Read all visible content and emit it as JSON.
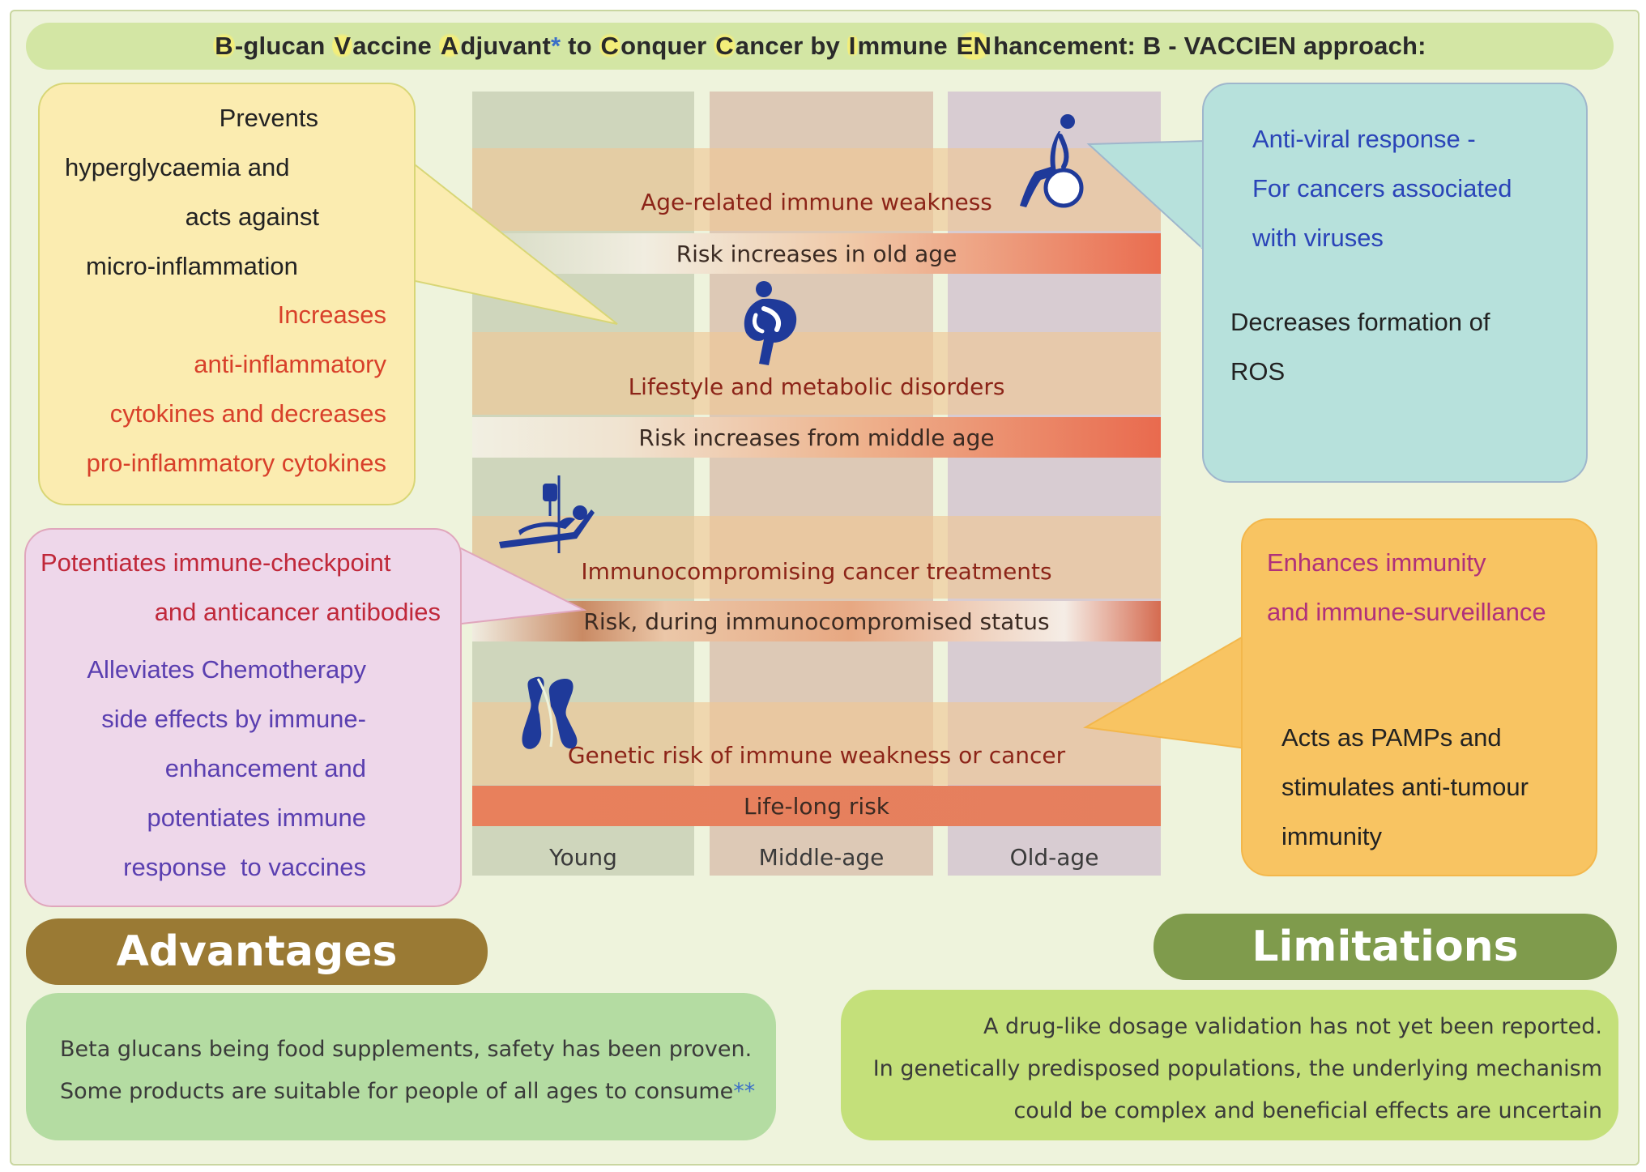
{
  "title": {
    "segments": [
      {
        "text": "B",
        "hl": true
      },
      {
        "text": "-glucan ",
        "hl": false
      },
      {
        "text": "V",
        "hl": true
      },
      {
        "text": "accine ",
        "hl": false
      },
      {
        "text": "A",
        "hl": true
      },
      {
        "text": "djuvant",
        "hl": false
      },
      {
        "text": "*",
        "hl": false,
        "star": true
      },
      {
        "text": " to ",
        "hl": false
      },
      {
        "text": "C",
        "hl": true
      },
      {
        "text": "onquer ",
        "hl": false
      },
      {
        "text": "C",
        "hl": true
      },
      {
        "text": "ancer by ",
        "hl": false
      },
      {
        "text": "I",
        "hl": true
      },
      {
        "text": "mmune ",
        "hl": false
      },
      {
        "text": "EN",
        "hl": true
      },
      {
        "text": "hancement: B - VACCIEN approach:",
        "hl": false
      }
    ]
  },
  "colors": {
    "red_text": "#d8402a",
    "dark_text": "#222222",
    "purple_text": "#5a3fb0",
    "blue_text": "#2a44b8",
    "magenta_text": "#b0307a",
    "icon_blue": "#1f3a9a"
  },
  "age_columns": [
    "Young",
    "Middle-age",
    "Old-age"
  ],
  "categories": [
    {
      "label": "Age-related immune weakness",
      "risk": "Risk increases in old age",
      "icon": "wheelchair-icon"
    },
    {
      "label": "Lifestyle and metabolic disorders",
      "risk": "Risk increases from middle age",
      "icon": "obese-person-icon"
    },
    {
      "label": "Immunocompromising cancer treatments",
      "risk": "Risk, during immunocompromised status",
      "icon": "hospital-bed-iv-icon"
    },
    {
      "label": "Genetic risk of immune weakness or cancer",
      "risk": "Life-long risk",
      "icon": "chromosome-icon"
    }
  ],
  "callouts": {
    "yellow": {
      "lines_dark": [
        "Prevents",
        "hyperglycaemia and",
        "acts against",
        "micro-inflammation"
      ],
      "lines_red": [
        "Increases",
        "anti-inflammatory",
        "cytokines and decreases",
        "pro-inflammatory cytokines"
      ]
    },
    "pink": {
      "lines_red": [
        "Potentiates immune-checkpoint",
        "and anticancer antibodies"
      ],
      "lines_purple": [
        "Alleviates Chemotherapy",
        "side effects by immune-",
        "enhancement and",
        "potentiates immune",
        "response  to vaccines"
      ]
    },
    "blue": {
      "lines_blue": [
        "Anti-viral response -",
        "For cancers associated",
        "with viruses"
      ],
      "lines_dark": [
        "Decreases formation of",
        "ROS"
      ]
    },
    "orange": {
      "lines_magenta": [
        "Enhances immunity",
        "and immune-surveillance"
      ],
      "lines_dark": [
        "Acts as PAMPs and",
        "stimulates anti-tumour",
        "immunity"
      ]
    }
  },
  "advantages": {
    "heading": "Advantages",
    "line1": "Beta glucans being food supplements, safety has been proven.",
    "line2": "Some products are suitable for people of all ages to consume",
    "marker": "**"
  },
  "limitations": {
    "heading": "Limitations",
    "line1": "A drug-like dosage validation has not yet been reported.",
    "line2": "In genetically predisposed populations, the underlying mechanism",
    "line3": "could be complex and beneficial effects are uncertain"
  }
}
